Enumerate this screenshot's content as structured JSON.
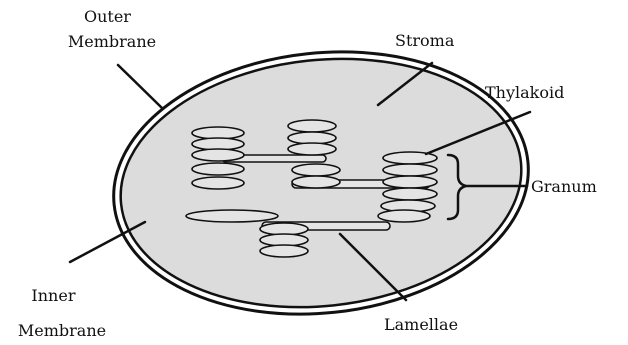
{
  "labels": {
    "outer_membrane": [
      "Outer",
      "Membrane"
    ],
    "stroma": "Stroma",
    "thylakoid": "Thylakoid",
    "granum": "Granum",
    "inner_membrane": [
      "Inner",
      "Membrane"
    ],
    "lamellae": "Lamellae"
  },
  "colors": {
    "line": "#111111",
    "stroma_fill": "#dcdcdc",
    "membrane_fill": "#ffffff",
    "disc_fill": "#e4e4e4"
  }
}
